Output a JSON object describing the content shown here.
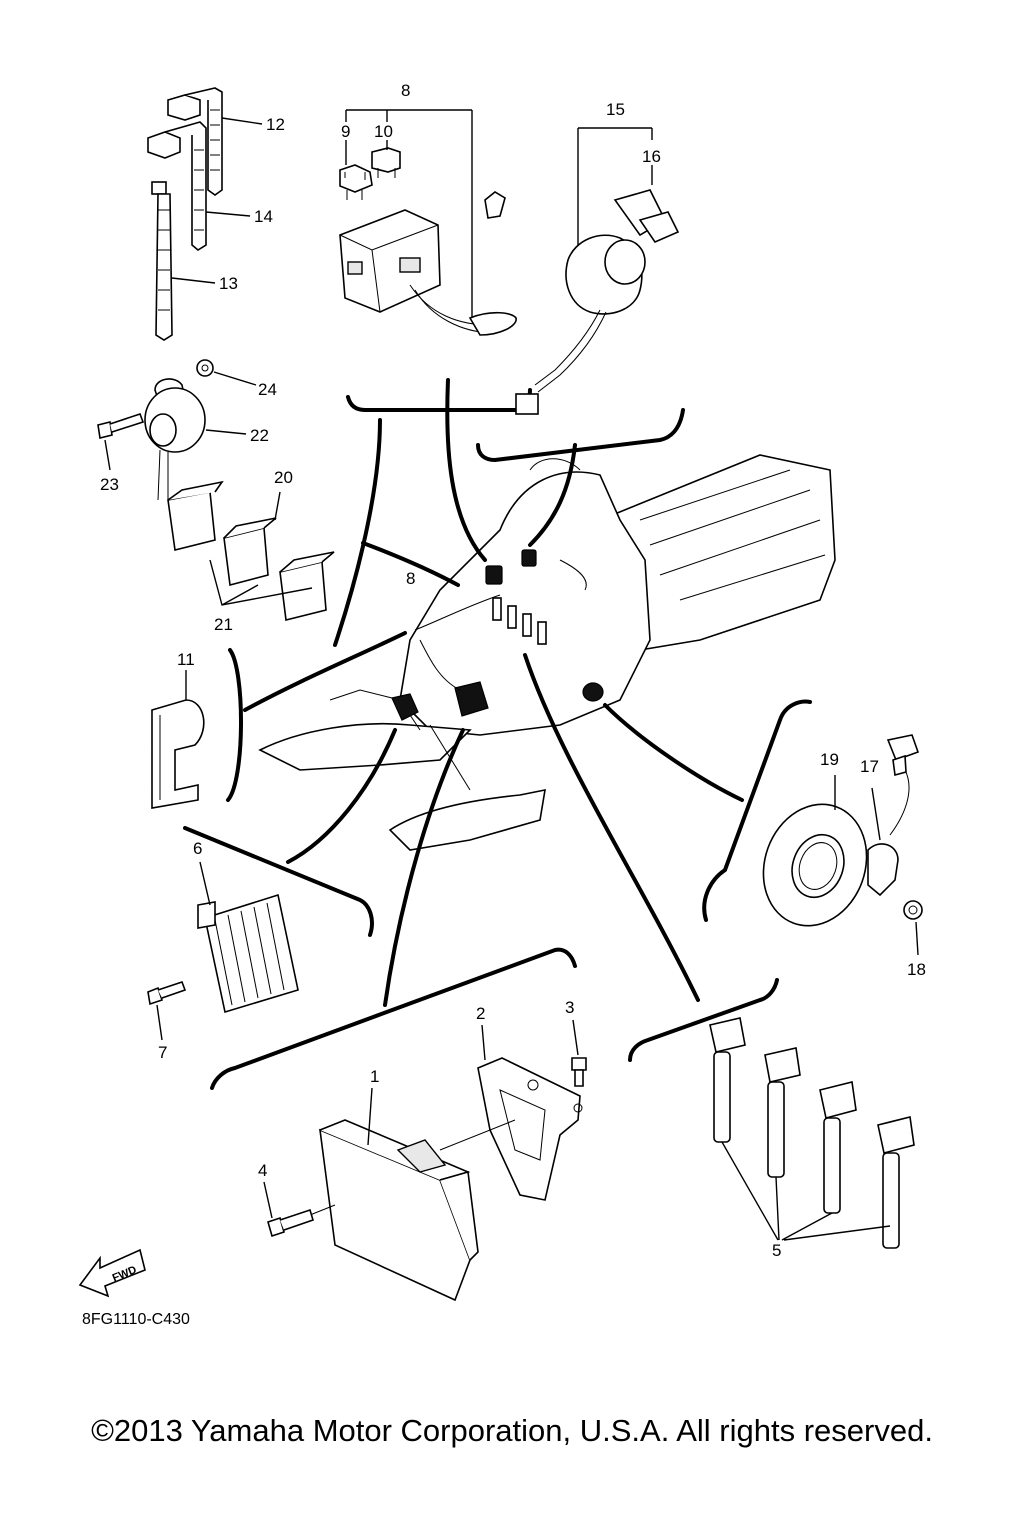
{
  "diagram": {
    "callouts": {
      "c1": "1",
      "c2": "2",
      "c3": "3",
      "c4": "4",
      "c5": "5",
      "c6": "6",
      "c7": "7",
      "c8_top": "8",
      "c8_mid": "8",
      "c9": "9",
      "c10": "10",
      "c11": "11",
      "c12": "12",
      "c13": "13",
      "c14": "14",
      "c15": "15",
      "c16": "16",
      "c17": "17",
      "c18": "18",
      "c19": "19",
      "c20": "20",
      "c21": "21",
      "c22": "22",
      "c23": "23",
      "c24": "24"
    },
    "fwd_label": "FWD",
    "drawing_code": "8FG1110-C430"
  },
  "footer": {
    "copyright": "©2013 Yamaha Motor Corporation, U.S.A. All rights reserved."
  }
}
